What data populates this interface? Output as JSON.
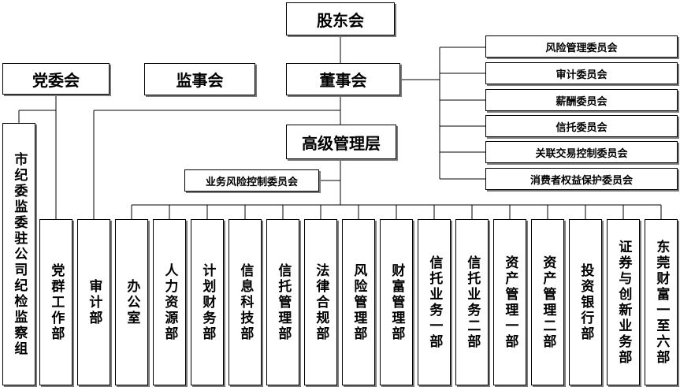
{
  "top": {
    "shareholders": "股东会",
    "party_committee": "党委会",
    "supervisory_board": "监事会",
    "board_of_directors": "董事会",
    "senior_management": "高级管理层",
    "business_risk_committee": "业务风险控制委员会"
  },
  "board_committees": [
    "风险管理委员会",
    "审计委员会",
    "薪酬委员会",
    "信托委员会",
    "关联交易控制委员会",
    "消费者权益保护委员会"
  ],
  "inspection_group": "市纪委监委驻公司纪检监察组",
  "departments": [
    "党群工作部",
    "审计部",
    "办公室",
    "人力资源部",
    "计划财务部",
    "信息科技部",
    "信托管理部",
    "法律合规部",
    "风险管理部",
    "财富管理部",
    "信托业务一部",
    "信托业务二部",
    "资产管理一部",
    "资产管理二部",
    "投资银行部",
    "证券与创新业务部",
    "东莞财富一至六部"
  ]
}
